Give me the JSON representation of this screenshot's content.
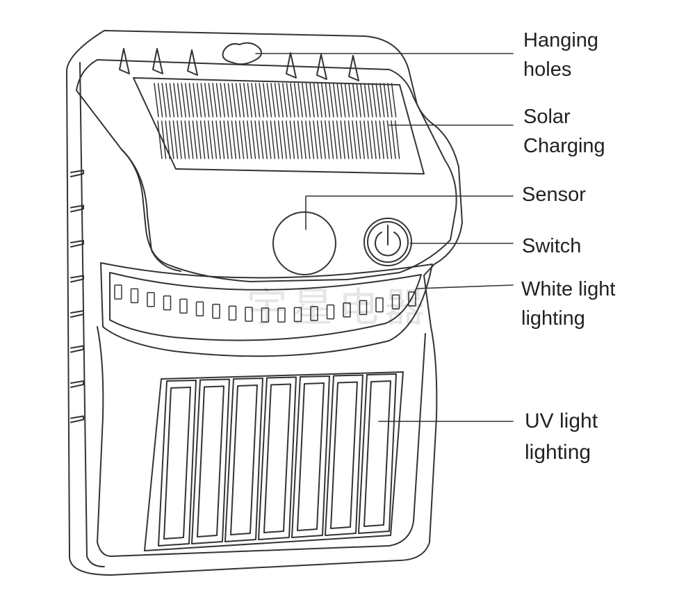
{
  "diagram": {
    "watermark": "宇星电器",
    "labels": {
      "hanging_holes": [
        "Hanging",
        "holes"
      ],
      "solar_charging": [
        "Solar",
        "Charging"
      ],
      "sensor": [
        "Sensor"
      ],
      "switch": [
        "Switch"
      ],
      "white_light": [
        "White light",
        "lighting"
      ],
      "uv_light": [
        "UV light",
        "lighting"
      ]
    },
    "colors": {
      "line": "#333333",
      "background": "#ffffff",
      "watermark": "#000000"
    },
    "icons": [
      "power-icon",
      "hanging-hole-icon"
    ]
  }
}
